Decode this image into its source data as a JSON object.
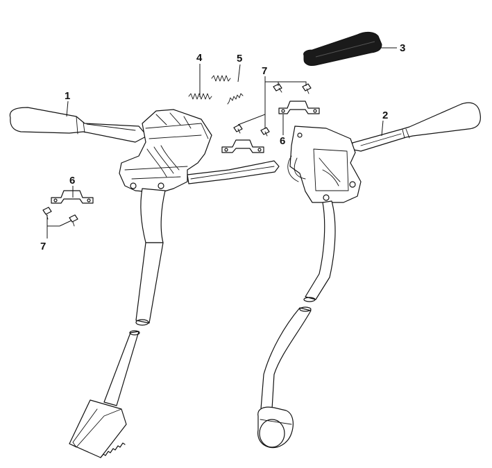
{
  "callouts": {
    "c1": "1",
    "c2": "2",
    "c3": "3",
    "c4": "4",
    "c5": "5",
    "c6_right": "6",
    "c6_left": "6",
    "c7_top": "7",
    "c7_left": "7"
  }
}
